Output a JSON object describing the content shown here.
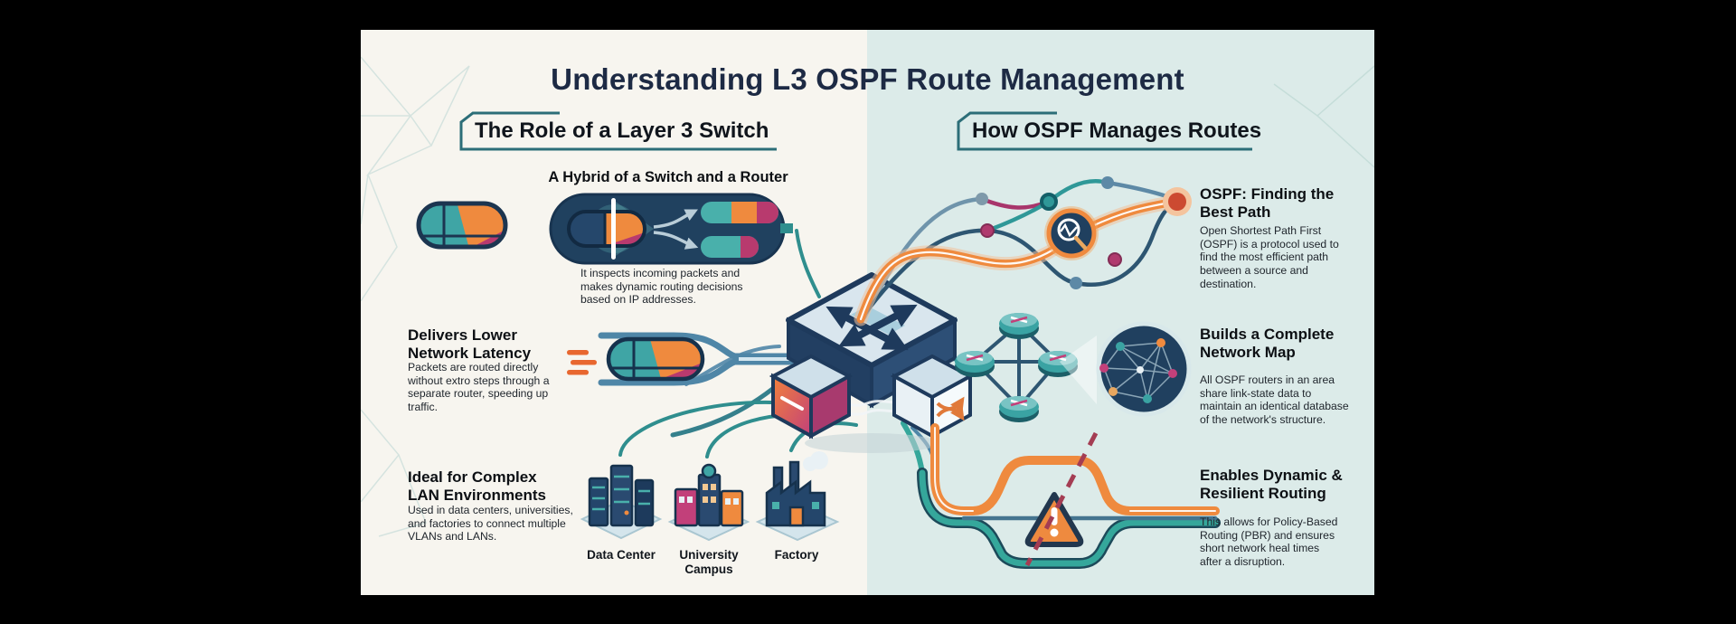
{
  "title": "Understanding L3 OSPF Route Management",
  "left": {
    "header": "The Role of a Layer 3 Switch",
    "hybrid_title": "A Hybrid of a Switch and a Router",
    "hybrid_caption": "It inspects incoming packets and makes dynamic routing decisions based on IP addresses.",
    "items": [
      {
        "heading": "Delivers Lower Network Latency",
        "body": "Packets are routed directly without extro steps through a separate router, speeding up traffic."
      },
      {
        "heading": "Ideal for Complex LAN Environments",
        "body": "Used in data centers, universities, and factories to connect multiple VLANs and LANs."
      }
    ],
    "buildings": [
      {
        "label": "Data Center"
      },
      {
        "label": "University Campus"
      },
      {
        "label": "Factory"
      }
    ]
  },
  "right": {
    "header": "How OSPF Manages Routes",
    "items": [
      {
        "heading": "OSPF: Finding the Best Path",
        "body": "Open Shortest Path First (OSPF) is a protocol used to find the most efficient path between a source and destination."
      },
      {
        "heading": "Builds a Complete Network Map",
        "body": "All OSPF routers in an area share link-state data to maintain an identical database of the network's structure."
      },
      {
        "heading": "Enables Dynamic & Resilient Routing",
        "body": "This allows for Policy-Based Routing (PBR) and ensures short network heal times after a disruption."
      }
    ]
  },
  "icons": {
    "magnifier": "magnifier-icon",
    "warning": "warning-triangle-icon",
    "switch_arrows": "bidirectional-arrows-icon",
    "shuffle": "shuffle-arrows-icon",
    "router": "router-icon",
    "network_globe": "network-map-globe-icon",
    "speed_lines": "speed-lines-icon",
    "packet_pill": "packet-pill-icon"
  },
  "colors": {
    "navy": "#1e3a5c",
    "teal": "#2f8e8e",
    "orange": "#ef8a3e",
    "magenta": "#c2407a",
    "steel_blue": "#4f86a7",
    "bg_left": "#f7f5ef",
    "bg_right": "#dcebe9",
    "bracket_teal": "#2c6e78",
    "title_navy": "#1d2a44",
    "alert_red": "#a43d53"
  }
}
